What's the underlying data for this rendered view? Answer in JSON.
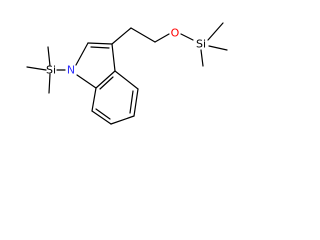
{
  "molecule": {
    "atoms": {
      "si_left": {
        "symbol": "Si",
        "color": "#000000"
      },
      "n1": {
        "symbol": "N",
        "color": "#3030ff"
      },
      "o": {
        "symbol": "O",
        "color": "#ff0000"
      },
      "si_right": {
        "symbol": "Si",
        "color": "#000000"
      }
    }
  }
}
